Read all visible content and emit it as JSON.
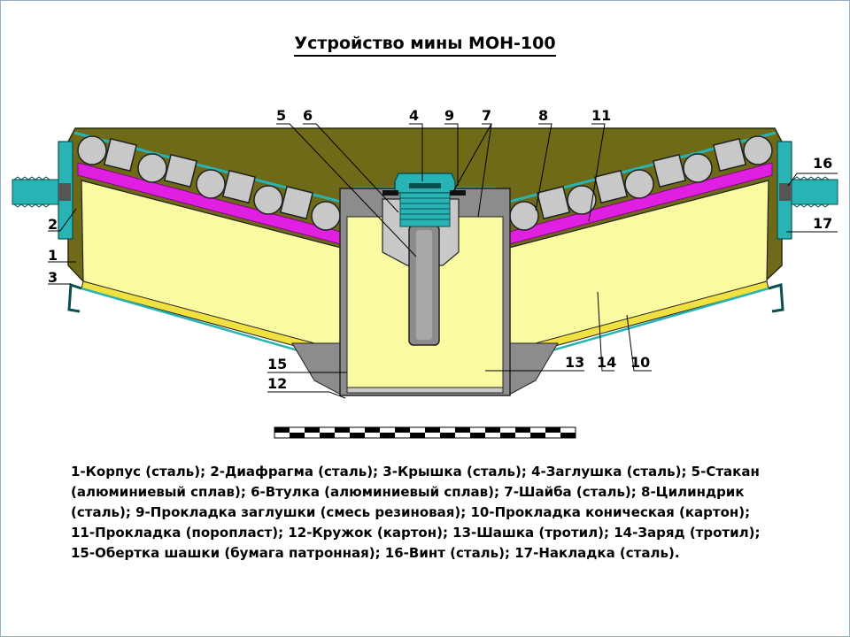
{
  "title": "Устройство мины МОН-100",
  "colors": {
    "casing": "#6e6a18",
    "charge": "#fafaa0",
    "diaphragm": "#e020e0",
    "cylinders": "#c8c8c8",
    "steel": "#28b4b4",
    "dark_gray": "#8c8c8c"
  },
  "callouts": {
    "c1": "1",
    "c2": "2",
    "c3": "3",
    "c4": "4",
    "c5": "5",
    "c6": "6",
    "c7": "7",
    "c8": "8",
    "c9": "9",
    "c10": "10",
    "c11": "11",
    "c12": "12",
    "c13": "13",
    "c14": "14",
    "c15": "15",
    "c16": "16",
    "c17": "17"
  },
  "legend": [
    "1-Корпус (сталь); 2-Диафрагма (сталь); 3-Крышка (сталь); 4-Заглушка (сталь); 5-Стакан",
    "(алюминиевый сплав);  6-Втулка (алюминиевый сплав);  7-Шайба (сталь);  8-Цилиндрик",
    "(сталь);  9-Прокладка заглушки (смесь резиновая);  10-Прокладка коническая (картон);",
    "11-Прокладка (поропласт);  12-Кружок (картон);  13-Шашка (тротил);  14-Заряд (тротил);",
    "15-Обертка шашки (бумага патронная);  16-Винт (сталь);  17-Накладка (сталь)."
  ]
}
